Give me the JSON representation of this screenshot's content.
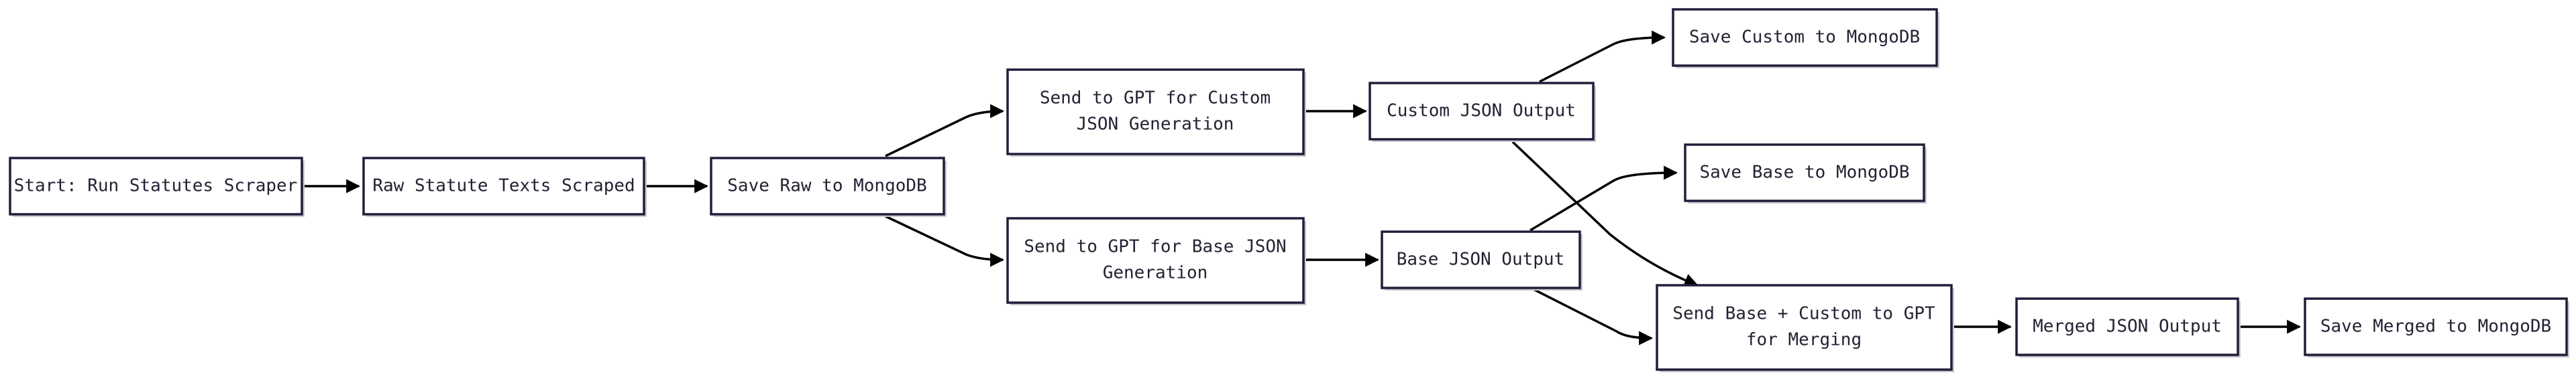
{
  "diagram": {
    "nodes": {
      "start": {
        "lines": [
          "Start: Run Statutes Scraper"
        ]
      },
      "raw_scraped": {
        "lines": [
          "Raw Statute Texts Scraped"
        ]
      },
      "save_raw": {
        "lines": [
          "Save Raw to MongoDB"
        ]
      },
      "gpt_custom": {
        "lines": [
          "Send to GPT for Custom",
          "JSON Generation"
        ]
      },
      "gpt_base": {
        "lines": [
          "Send to GPT for Base JSON",
          "Generation"
        ]
      },
      "custom_output": {
        "lines": [
          "Custom JSON Output"
        ]
      },
      "base_output": {
        "lines": [
          "Base JSON Output"
        ]
      },
      "save_custom": {
        "lines": [
          "Save Custom to MongoDB"
        ]
      },
      "save_base": {
        "lines": [
          "Save Base to MongoDB"
        ]
      },
      "gpt_merge": {
        "lines": [
          "Send Base + Custom to GPT",
          "for Merging"
        ]
      },
      "merged_output": {
        "lines": [
          "Merged JSON Output"
        ]
      },
      "save_merged": {
        "lines": [
          "Save Merged to MongoDB"
        ]
      }
    },
    "edges": [
      [
        "start",
        "raw_scraped"
      ],
      [
        "raw_scraped",
        "save_raw"
      ],
      [
        "save_raw",
        "gpt_custom"
      ],
      [
        "save_raw",
        "gpt_base"
      ],
      [
        "gpt_custom",
        "custom_output"
      ],
      [
        "gpt_base",
        "base_output"
      ],
      [
        "custom_output",
        "save_custom"
      ],
      [
        "custom_output",
        "gpt_merge"
      ],
      [
        "base_output",
        "save_base"
      ],
      [
        "base_output",
        "gpt_merge"
      ],
      [
        "gpt_merge",
        "merged_output"
      ],
      [
        "merged_output",
        "save_merged"
      ]
    ]
  }
}
